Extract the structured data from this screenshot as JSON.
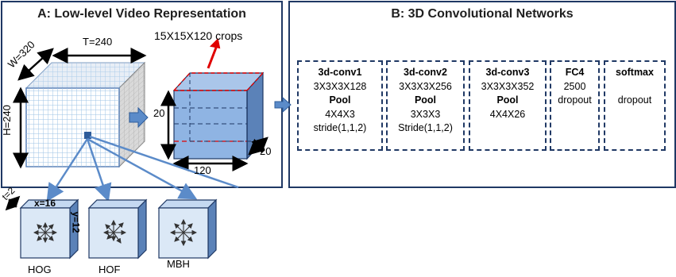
{
  "panel_a": {
    "title": "A: Low-level Video Representation",
    "crops_label": "15X15X120 crops",
    "t_label": "T=240",
    "w_label": "W=320",
    "h_label": "H=240",
    "crop_h_label": "20",
    "crop_w_label": "120",
    "crop_d_label": "20",
    "small_t_label": "t=2",
    "small_x_label": "x=16",
    "small_y_label": "y=12",
    "descriptors": [
      "HOG",
      "HOF",
      "MBH"
    ]
  },
  "panel_b": {
    "title": "B: 3D Convolutional Networks",
    "layers": [
      {
        "name": "3d-conv1",
        "lines": [
          "3X3X3X128"
        ],
        "pool": "Pool",
        "pool_lines": [
          "4X4X3",
          "stride(1,1,2)"
        ]
      },
      {
        "name": "3d-conv2",
        "lines": [
          "3X3X3X256"
        ],
        "pool": "Pool",
        "pool_lines": [
          "3X3X3",
          "Stride(1,1,2)"
        ]
      },
      {
        "name": "3d-conv3",
        "lines": [
          "3X3X3X352"
        ],
        "pool": "Pool",
        "pool_lines": [
          "4X4X26"
        ]
      },
      {
        "name": "FC4",
        "lines": [
          "2500",
          "dropout"
        ],
        "pool": "",
        "pool_lines": []
      },
      {
        "name": "softmax",
        "lines": [
          "",
          "dropout"
        ],
        "pool": "",
        "pool_lines": []
      }
    ]
  },
  "colors": {
    "border": "#1f3864",
    "cube_front": "#ffffff",
    "cube_grid": "#9dc3e6",
    "crop_fill": "#8fb4e3",
    "crop_side": "#5b82b8",
    "arrow_blue": "#4a7ebb",
    "crops_arrow": "#e00000",
    "descriptor_fill": "#dbe8f6"
  }
}
